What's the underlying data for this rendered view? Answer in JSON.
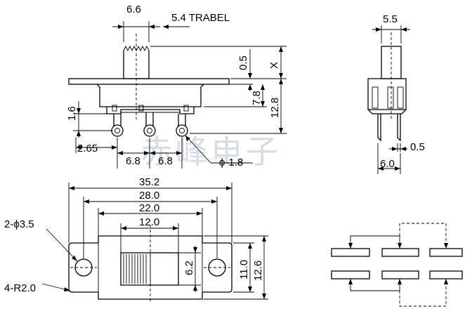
{
  "drawing": {
    "top_view": {
      "dim_width": "6.6",
      "dim_travel": "5.4 TRABEL",
      "dim_knob": "0.5",
      "dim_x": "X",
      "dim_body": "7.8",
      "dim_total": "12.8",
      "dim_pin_height": "1.6",
      "dim_pin_offset": "2.65",
      "dim_pitch_1": "6.8",
      "dim_pitch_2": "6.8",
      "dim_hole": "ϕ-1.8"
    },
    "side_view": {
      "dim_knob": "5.5",
      "dim_thickness": "0.5",
      "dim_pin_span": "6.0"
    },
    "bottom_view": {
      "dim_overall": "35.2",
      "dim_hole_pitch": "28.0",
      "dim_body": "22.0",
      "dim_window": "12.0",
      "dim_holes": "2-ϕ3.5",
      "dim_radius": "4-R2.0",
      "dim_window_height": "6.2",
      "dim_body_height": "11.0",
      "dim_total_height": "12.6"
    },
    "watermark": "赤峰电子"
  }
}
